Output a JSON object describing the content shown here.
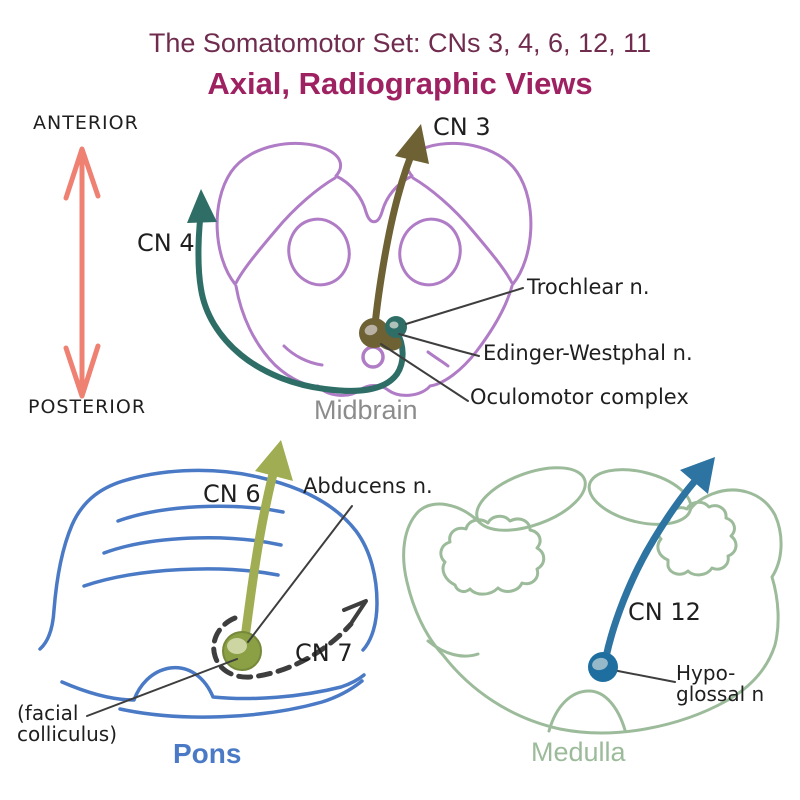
{
  "title": {
    "line1": "The Somatomotor Set: CNs 3, 4, 6, 12, 11",
    "line2": "Axial, Radiographic Views"
  },
  "orientation": {
    "top": "ANTERIOR",
    "bottom": "POSTERIOR"
  },
  "midbrain": {
    "caption": "Midbrain",
    "cn3": "CN 3",
    "cn4": "CN 4",
    "trochlear": "Trochlear n.",
    "edinger": "Edinger-Westphal n.",
    "oculomotor": "Oculomotor complex"
  },
  "pons": {
    "caption": "Pons",
    "cn6": "CN 6",
    "cn7": "CN 7",
    "abducens": "Abducens n.",
    "facial1": "(facial",
    "facial2": "colliculus)"
  },
  "medulla": {
    "caption": "Medulla",
    "cn12": "CN 12",
    "hypo1": "Hypo-",
    "hypo2": "glossal n"
  },
  "colors": {
    "title1": "#702c4e",
    "title2": "#9e2161",
    "label": "#1f1f1f",
    "coral": "#ef8173",
    "midbrain": "#b07cc6",
    "cn3": "#6e6134",
    "cn3_hl": "#b9b2a4",
    "cn4": "#2e6e66",
    "cn4_hl": "#aec2b9",
    "caption_gray": "#8c8c8c",
    "pons": "#4a7ac5",
    "cn6": "#a0ad52",
    "cn6_nucleus": "#8b9f44",
    "cn6_hl": "#cdd5a2",
    "cn7": "#3e3e3e",
    "medulla": "#9cbb9a",
    "cn12": "#2e74a2",
    "cn12_nucleus": "#1e6f9f",
    "cn12_hl": "#96b9c9",
    "callout": "#3e3e3e"
  }
}
